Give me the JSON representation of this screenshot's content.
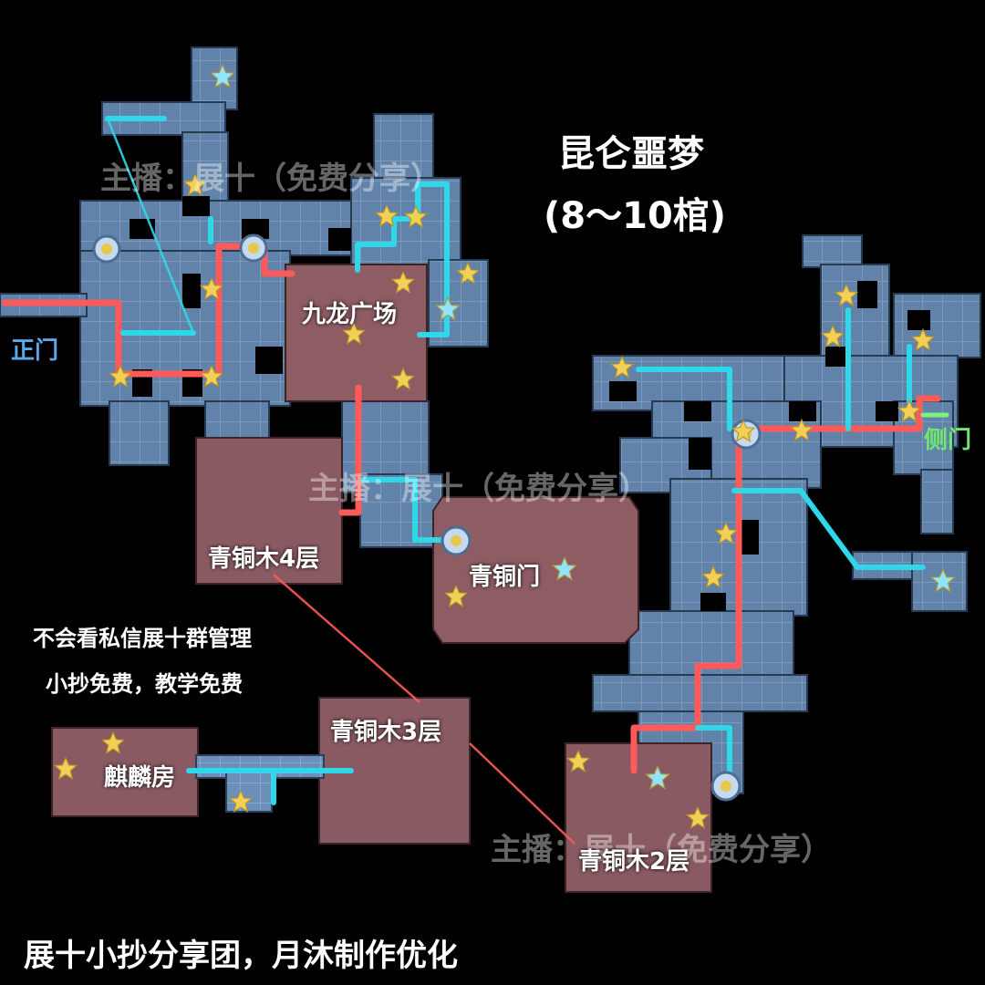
{
  "title": {
    "line1": "昆仑噩梦",
    "line2": "(8～10棺)"
  },
  "entrances": {
    "main": {
      "label": "正门",
      "color": "#5aa8e6"
    },
    "side": {
      "label": "侧门",
      "color": "#6fe86f"
    }
  },
  "rooms": {
    "jiulong": "九龙广场",
    "bronze_gate": "青铜门",
    "bronze_tree_4": "青铜木4层",
    "bronze_tree_3": "青铜木3层",
    "bronze_tree_2": "青铜木2层",
    "qilin": "麒麟房"
  },
  "notes": {
    "line1": "不会看私信展十群管理",
    "line2": "小抄免费，教学免费"
  },
  "watermark": "主播：展十（免费分享）",
  "credit": "展十小抄分享团，月沐制作优化",
  "colors": {
    "route_red": "#ff5a5a",
    "route_cyan": "#2fd8e8",
    "star_gold": "#f2cf55",
    "star_blue": "#8fe4ff",
    "corridor": "#5f87b3",
    "chamber": "#8a5a62"
  }
}
